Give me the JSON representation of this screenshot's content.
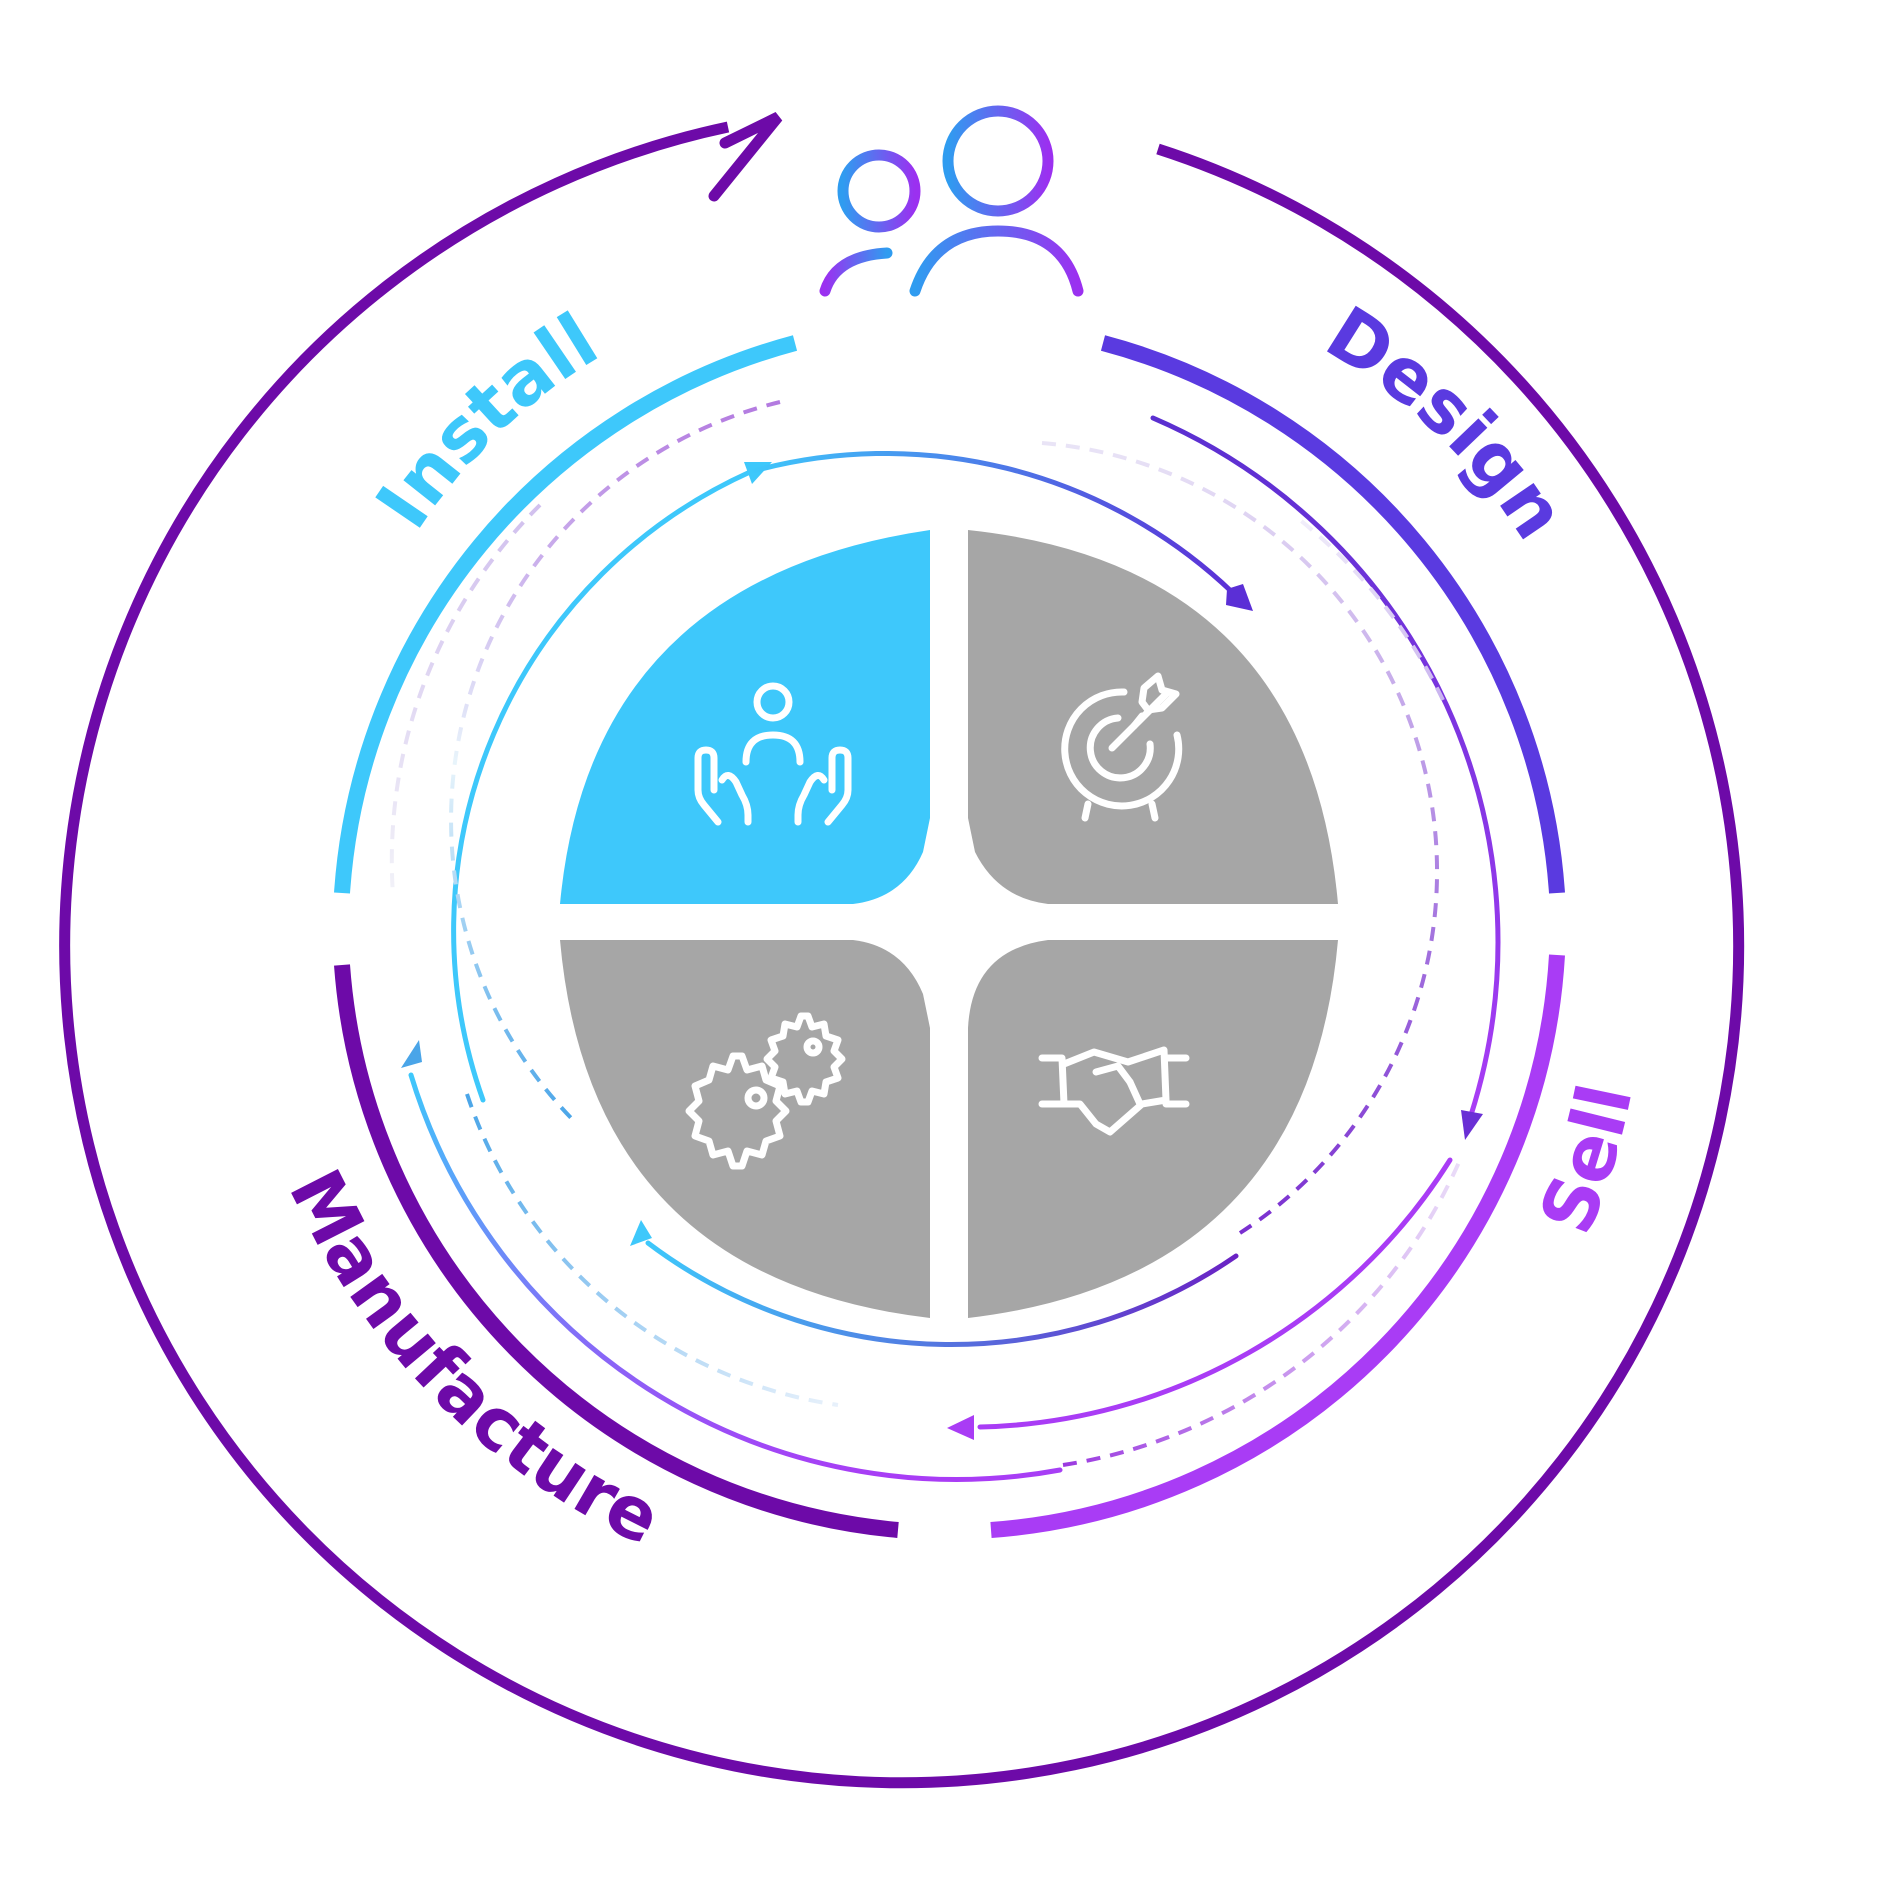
{
  "diagram": {
    "stages": [
      {
        "id": "install",
        "label": "Install",
        "color": "#3ec8fb",
        "icon": "person-in-hands-icon",
        "active": true
      },
      {
        "id": "design",
        "label": "Design",
        "color": "#5a3ae0",
        "icon": "target-arrow-icon",
        "active": false
      },
      {
        "id": "sell",
        "label": "Sell",
        "color": "#a93cf5",
        "icon": "handshake-icon",
        "active": false
      },
      {
        "id": "manufacture",
        "label": "Manufacture",
        "color": "#6d0aa8",
        "icon": "gears-icon",
        "active": false
      }
    ],
    "center_icon": "users-icon",
    "colors": {
      "outer_ring": "#6d0aa8",
      "active_quadrant": "#3ec8fb",
      "inactive_quadrant": "#a6a6a6",
      "icon_stroke": "#ffffff"
    }
  }
}
